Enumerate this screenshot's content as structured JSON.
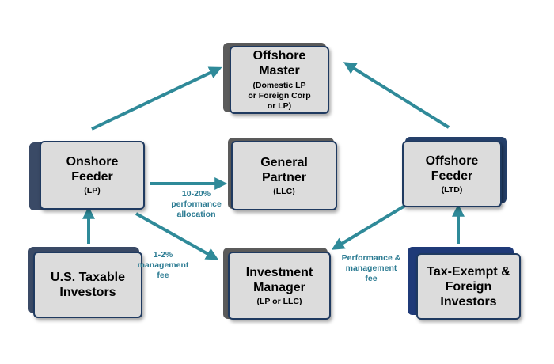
{
  "colors": {
    "box_fill": "#dcdcdc",
    "box_border": "#1f3a60",
    "shadow": "#25406a",
    "arrow": "#2f8a99",
    "label": "#2d7c93"
  },
  "nodes": {
    "offshore_master": {
      "title_1": "Offshore",
      "title_2": "Master",
      "sub_1": "(Domestic LP",
      "sub_2": "or Foreign Corp",
      "sub_3": "or LP)"
    },
    "onshore_feeder": {
      "title_1": "Onshore",
      "title_2": "Feeder",
      "sub_1": "(LP)"
    },
    "general_partner": {
      "title_1": "General",
      "title_2": "Partner",
      "sub_1": "(LLC)"
    },
    "offshore_feeder": {
      "title_1": "Offshore",
      "title_2": "Feeder",
      "sub_1": "(LTD)"
    },
    "us_taxable": {
      "title_1": "U.S. Taxable",
      "title_2": "Investors"
    },
    "investment_manager": {
      "title_1": "Investment",
      "title_2": "Manager",
      "sub_1": "(LP or LLC)"
    },
    "tax_exempt": {
      "title_1": "Tax-Exempt &",
      "title_2": "Foreign",
      "title_3": "Investors"
    }
  },
  "edge_labels": {
    "performance_allocation": {
      "line_1": "10-20%",
      "line_2": "performance",
      "line_3": "allocation"
    },
    "management_fee": {
      "line_1": "1-2%",
      "line_2": "management",
      "line_3": "fee"
    },
    "performance_management_fee": {
      "line_1": "Performance &",
      "line_2": "management",
      "line_3": "fee"
    }
  }
}
